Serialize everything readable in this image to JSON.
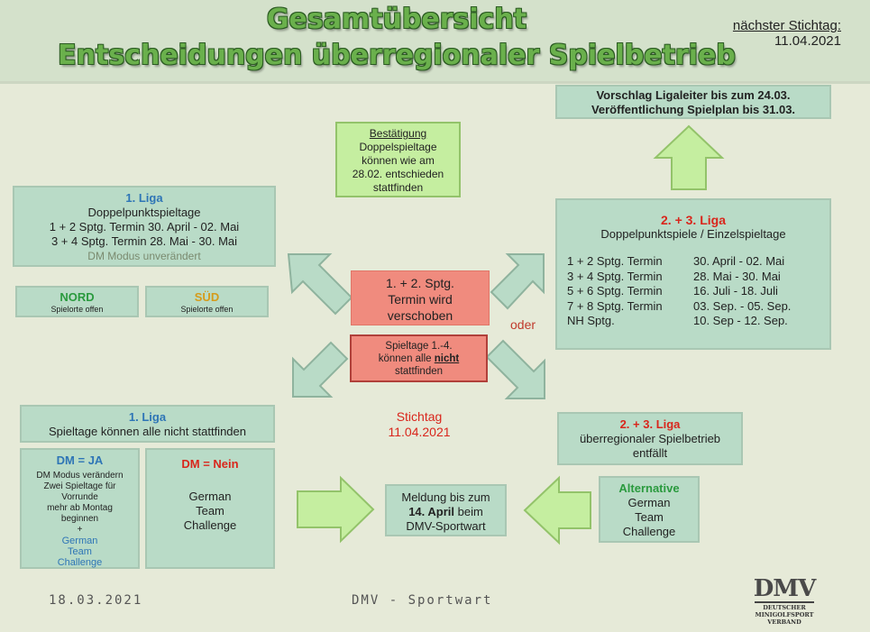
{
  "header": {
    "title_line1": "Gesamtübersicht",
    "title_line2": "Entscheidungen überregionaler Spielbetrieb",
    "next_deadline_label": "nächster Stichtag:",
    "next_deadline_date": "11.04.2021"
  },
  "vorschlag": {
    "line1": "Vorschlag Ligaleiter bis zum 24.03.",
    "line2": "Veröffentlichung Spielplan bis 31.03."
  },
  "bestaetigung": {
    "heading": "Bestätigung",
    "line1": "Doppelspieltage",
    "line2": "können wie am",
    "line3": "28.02. entschieden",
    "line4": "stattfinden"
  },
  "liga1_top": {
    "title": "1. Liga",
    "line1": "Doppelpunktspieltage",
    "line2": "1 + 2 Sptg. Termin 30. April - 02. Mai",
    "line3": "3 + 4 Sptg. Termin 28. Mai - 30. Mai",
    "line4": "DM Modus unverändert"
  },
  "nord": {
    "title": "NORD",
    "sub": "Spielorte offen"
  },
  "sued": {
    "title": "SÜD",
    "sub": "Spielorte offen"
  },
  "center_red": {
    "line1": "1. + 2. Sptg.",
    "line2": "Termin wird",
    "line3": "verschoben"
  },
  "oder": "oder",
  "center_red2": {
    "line1": "Spieltage 1.-4.",
    "line2a": "können alle ",
    "line2b": "nicht",
    "line3": "stattfinden"
  },
  "liga23_top": {
    "title": "2. + 3. Liga",
    "subtitle": "Doppelpunktspiele  / Einzelspieltage",
    "schedule": [
      [
        "1 + 2 Sptg. Termin",
        "30. April - 02. Mai"
      ],
      [
        "3 + 4 Sptg. Termin",
        "28. Mai - 30. Mai"
      ],
      [
        "5 + 6 Sptg. Termin",
        "16. Juli - 18. Juli"
      ],
      [
        "7 + 8 Sptg. Termin",
        "03. Sep. - 05. Sep."
      ],
      [
        "NH Sptg.",
        "10. Sep - 12. Sep."
      ]
    ]
  },
  "stichtag": {
    "line1": "Stichtag",
    "line2": "11.04.2021"
  },
  "liga1_bottom": {
    "title": "1. Liga",
    "line1": "Spieltage können alle nicht stattfinden"
  },
  "dm_ja": {
    "title": "DM = JA",
    "line1": "DM Modus verändern",
    "line2": "Zwei Spieltage für",
    "line3": "Vorrunde",
    "line4": "mehr ab Montag",
    "line5": "beginnen",
    "line6": "+",
    "gtc1": "German",
    "gtc2": "Team",
    "gtc3": "Challenge"
  },
  "dm_nein": {
    "title": "DM = Nein",
    "line1": "German",
    "line2": "Team",
    "line3": "Challenge"
  },
  "meldung": {
    "line1": "Meldung bis zum",
    "line2a": "14. April",
    "line2b": " beim",
    "line3": "DMV-Sportwart"
  },
  "liga23_bottom": {
    "title": "2. + 3. Liga",
    "line1": "überregionaler Spielbetrieb",
    "line2": "entfällt"
  },
  "alternative": {
    "title": "Alternative",
    "line1": "German",
    "line2": "Team",
    "line3": "Challenge"
  },
  "footer": {
    "date": "18.03.2021",
    "author": "DMV - Sportwart"
  },
  "logo": {
    "text": "DMV",
    "line1": "DEUTSCHER",
    "line2": "MINIGOLFSPORT",
    "line3": "VERBAND"
  },
  "colors": {
    "box": "#b9dbc7",
    "green_box": "#c5eea0",
    "red_box": "#f08b7e",
    "blue": "#2e75b6",
    "red": "#d9261c"
  }
}
